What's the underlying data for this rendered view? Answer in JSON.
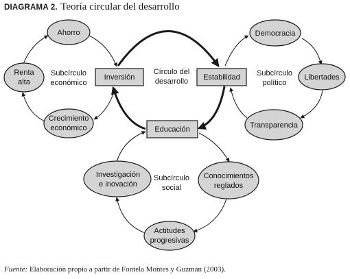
{
  "header": {
    "label": "DIAGRAMA 2.",
    "title": "Teoría circular del desarrollo"
  },
  "center": {
    "line1": "Círculo del",
    "line2": "desarrollo"
  },
  "nodes": {
    "inversion": "Inversión",
    "estabilidad": "Estabilidad",
    "educacion": "Educación",
    "ahorro": "Ahorro",
    "renta_l1": "Renta",
    "renta_l2": "alta",
    "crecimiento_l1": "Crecimiento",
    "crecimiento_l2": "económico",
    "democracia": "Democracia",
    "libertades": "Libertades",
    "transparencia": "Transparencia",
    "investigacion_l1": "Investigación",
    "investigacion_l2": "e inovación",
    "conocimientos_l1": "Conocimientos",
    "conocimientos_l2": "reglados",
    "actitudes_l1": "Actitudes",
    "actitudes_l2": "progresivas"
  },
  "subcircles": {
    "economico_l1": "Subcírculo",
    "economico_l2": "económico",
    "politico_l1": "Subcírculo",
    "politico_l2": "político",
    "social_l1": "Subcírculo",
    "social_l2": "social"
  },
  "footer": {
    "source_label": "Fuente:",
    "source_text": " Elaboración propia a partir de Fontela Montes y Guzmán (2003)."
  },
  "colors": {
    "node_fill": "#d4d4d4",
    "stroke": "#1a1a1a"
  }
}
